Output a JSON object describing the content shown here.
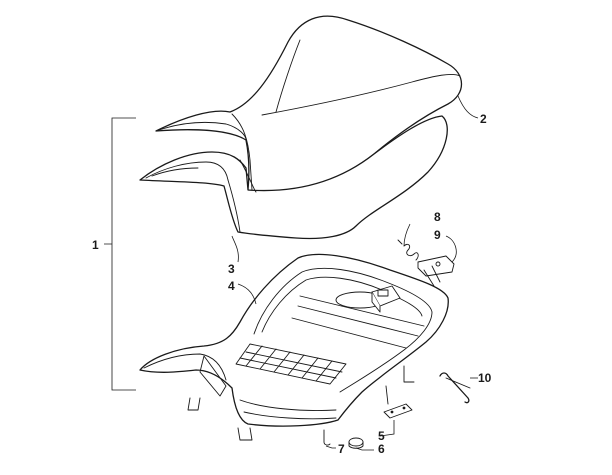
{
  "diagram": {
    "background": "#ffffff",
    "line_color": "#1a1a1a",
    "callouts": [
      {
        "id": "c1",
        "label": "1"
      },
      {
        "id": "c2",
        "label": "2"
      },
      {
        "id": "c3",
        "label": "3"
      },
      {
        "id": "c4",
        "label": "4"
      },
      {
        "id": "c5",
        "label": "5"
      },
      {
        "id": "c6",
        "label": "6"
      },
      {
        "id": "c7",
        "label": "7"
      },
      {
        "id": "c8",
        "label": "8"
      },
      {
        "id": "c9",
        "label": "9"
      },
      {
        "id": "c10",
        "label": "10"
      }
    ]
  }
}
